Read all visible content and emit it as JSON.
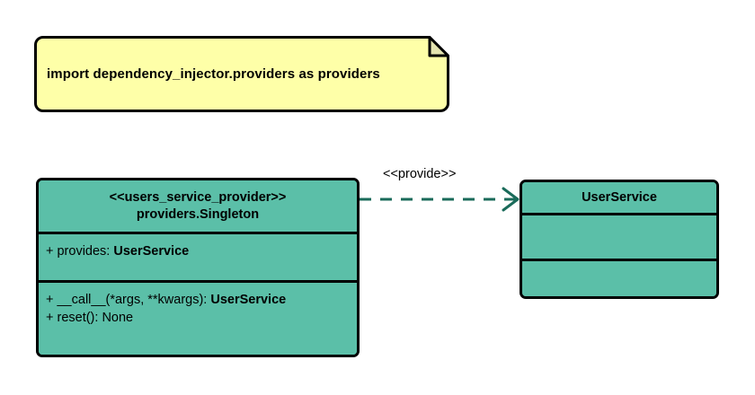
{
  "diagram": {
    "type": "uml-class-diagram",
    "background": "#ffffff",
    "class_fill": "#5bbfa8",
    "note_fill": "#feffa8",
    "border_color": "#000000",
    "relation_color": "#1a6b5a"
  },
  "note": {
    "text": "import dependency_injector.providers as providers"
  },
  "classes": [
    {
      "id": "users_service_provider",
      "stereotype": "<<users_service_provider>>",
      "name": "providers.Singleton",
      "attributes": [
        {
          "visibility": "+",
          "label": "+ provides: ",
          "type": "UserService"
        }
      ],
      "operations": [
        {
          "visibility": "+",
          "label": "+ __call__(*args, **kwargs): ",
          "type": "UserService"
        },
        {
          "visibility": "+",
          "label": "+ reset(): None",
          "type": ""
        }
      ]
    },
    {
      "id": "user_service",
      "stereotype": "",
      "name": "UserService",
      "attributes": [],
      "operations": []
    }
  ],
  "relationship": {
    "label": "<<provide>>",
    "style": "dashed",
    "arrow": "open",
    "from": "users_service_provider",
    "to": "user_service"
  }
}
